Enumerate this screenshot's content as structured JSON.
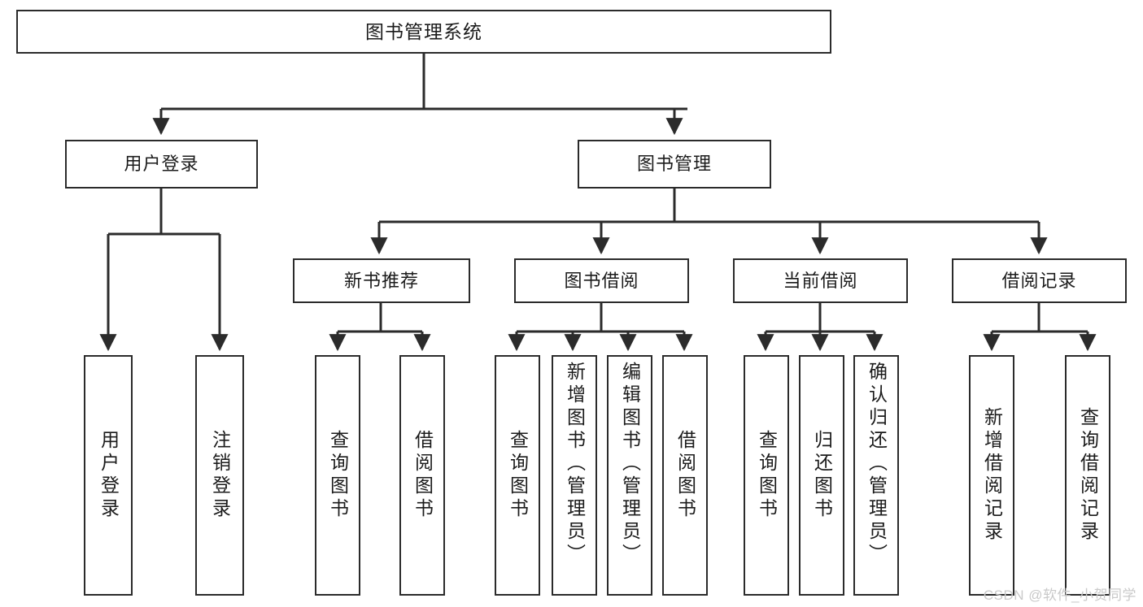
{
  "diagram": {
    "type": "tree",
    "title": "图书管理系统",
    "watermark": "CSDN @软件_小贺同学",
    "colors": {
      "stroke": "#2b2b2b",
      "fill": "#ffffff",
      "text": "#1b1b1b",
      "watermark": "#c9c9c9"
    },
    "nodes": {
      "root": {
        "label": "图书管理系统"
      },
      "level2": [
        {
          "id": "user-login",
          "label": "用户登录"
        },
        {
          "id": "book-management",
          "label": "图书管理"
        }
      ],
      "level3": [
        {
          "id": "new-book-recommend",
          "label": "新书推荐"
        },
        {
          "id": "book-borrow",
          "label": "图书借阅"
        },
        {
          "id": "current-borrow",
          "label": "当前借阅"
        },
        {
          "id": "borrow-record",
          "label": "借阅记录"
        }
      ],
      "leaves": [
        {
          "id": "leaf-user-login",
          "label": "用户登录",
          "parent": "user-login"
        },
        {
          "id": "leaf-logout",
          "label": "注销登录",
          "parent": "user-login"
        },
        {
          "id": "leaf-query-book-1",
          "label": "查询图书",
          "parent": "new-book-recommend"
        },
        {
          "id": "leaf-borrow-book-1",
          "label": "借阅图书",
          "parent": "new-book-recommend"
        },
        {
          "id": "leaf-query-book-2",
          "label": "查询图书",
          "parent": "book-borrow"
        },
        {
          "id": "leaf-add-book",
          "label": "新增图书（管理员）",
          "parent": "book-borrow"
        },
        {
          "id": "leaf-edit-book",
          "label": "编辑图书（管理员）",
          "parent": "book-borrow"
        },
        {
          "id": "leaf-borrow-book-2",
          "label": "借阅图书",
          "parent": "book-borrow"
        },
        {
          "id": "leaf-query-book-3",
          "label": "查询图书",
          "parent": "current-borrow"
        },
        {
          "id": "leaf-return-book",
          "label": "归还图书",
          "parent": "current-borrow"
        },
        {
          "id": "leaf-confirm-return",
          "label": "确认归还（管理员）",
          "parent": "current-borrow"
        },
        {
          "id": "leaf-add-record",
          "label": "新增借阅记录",
          "parent": "borrow-record"
        },
        {
          "id": "leaf-query-record",
          "label": "查询借阅记录",
          "parent": "borrow-record"
        }
      ]
    }
  }
}
